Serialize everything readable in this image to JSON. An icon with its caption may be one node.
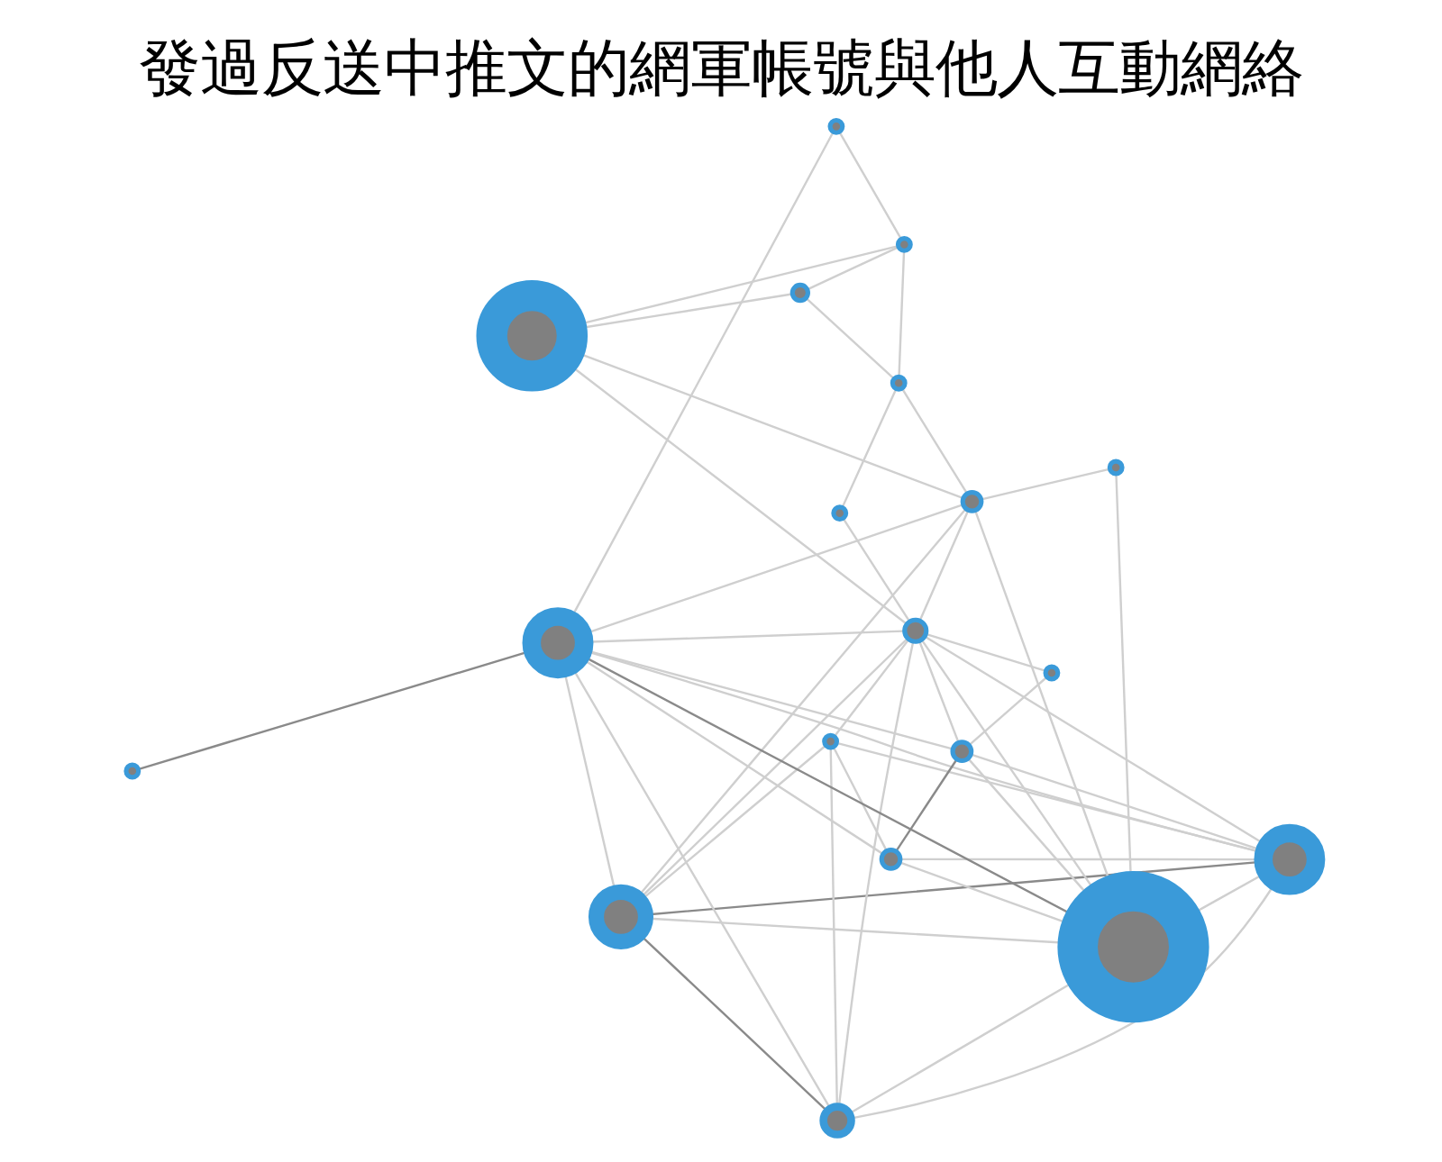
{
  "diagram": {
    "title": "發過反送中推文的網軍帳號與他人互動網絡",
    "nodes": [
      {
        "text": [],
        "shape": "circle"
      },
      {
        "text": [],
        "shape": "circle"
      },
      {
        "text": [],
        "shape": "circle"
      },
      {
        "text": [],
        "shape": "circle"
      },
      {
        "text": [],
        "shape": "circle"
      },
      {
        "text": [],
        "shape": "circle"
      },
      {
        "text": [],
        "shape": "circle"
      },
      {
        "text": [],
        "shape": "circle"
      },
      {
        "text": [],
        "shape": "circle"
      },
      {
        "text": [],
        "shape": "circle"
      },
      {
        "text": [],
        "shape": "circle"
      },
      {
        "text": [],
        "shape": "circle"
      },
      {
        "text": [],
        "shape": "circle"
      },
      {
        "text": [],
        "shape": "circle"
      },
      {
        "text": [],
        "shape": "circle"
      },
      {
        "text": [],
        "shape": "circle"
      },
      {
        "text": [],
        "shape": "circle"
      },
      {
        "text": [],
        "shape": "circle"
      },
      {
        "text": [],
        "shape": "circle"
      }
    ],
    "edges": [
      {
        "from": 1,
        "to": 0,
        "arrow": "none",
        "color": "#8a8a8a"
      },
      {
        "from": 1,
        "to": 2,
        "arrow": "none"
      },
      {
        "from": 0,
        "to": 2,
        "arrow": "none",
        "color": "#8a8a8a"
      },
      {
        "from": 1,
        "to": 5,
        "arrow": "none"
      },
      {
        "from": 1,
        "to": 7,
        "arrow": "none"
      },
      {
        "from": 0,
        "to": 7,
        "arrow": "none"
      },
      {
        "from": 0,
        "to": 5,
        "arrow": "none"
      },
      {
        "from": 5,
        "to": 7,
        "arrow": "none",
        "color": "#8a8a8a"
      },
      {
        "from": 2,
        "to": 7,
        "arrow": "none"
      },
      {
        "from": 2,
        "to": 5,
        "arrow": "none"
      },
      {
        "from": 5,
        "to": 4,
        "arrow": "none"
      },
      {
        "from": 5,
        "to": 8,
        "arrow": "none"
      },
      {
        "from": 5,
        "to": 6,
        "arrow": "none"
      },
      {
        "from": 5,
        "to": 14,
        "arrow": "none"
      },
      {
        "from": 5,
        "to": 15,
        "arrow": "none",
        "color": "#8a8a8a"
      },
      {
        "from": 5,
        "to": 13,
        "arrow": "none"
      },
      {
        "from": 7,
        "to": 6,
        "arrow": "none"
      },
      {
        "from": 7,
        "to": 14,
        "arrow": "none"
      },
      {
        "from": 7,
        "to": 16,
        "arrow": "none"
      },
      {
        "from": 7,
        "to": 8,
        "arrow": "none"
      },
      {
        "from": 7,
        "to": 4,
        "arrow": "none"
      },
      {
        "from": 18,
        "to": 17,
        "arrow": "none"
      },
      {
        "from": 18,
        "to": 14,
        "arrow": "none"
      },
      {
        "from": 18,
        "to": 6,
        "arrow": "none"
      },
      {
        "from": 18,
        "to": 12,
        "arrow": "none"
      },
      {
        "from": 1,
        "to": 4,
        "arrow": "none"
      },
      {
        "from": 1,
        "to": 6,
        "arrow": "none"
      },
      {
        "from": 1,
        "to": 3,
        "arrow": "none"
      },
      {
        "from": 1,
        "to": 8,
        "arrow": "none"
      },
      {
        "from": 0,
        "to": 6,
        "arrow": "none"
      },
      {
        "from": 0,
        "to": 14,
        "arrow": "none"
      },
      {
        "from": 0,
        "to": 3,
        "arrow": "none"
      },
      {
        "from": 2,
        "to": 6,
        "arrow": "none"
      },
      {
        "from": 2,
        "to": 3,
        "arrow": "none"
      },
      {
        "from": 4,
        "to": 8,
        "arrow": "none",
        "color": "#8a8a8a"
      },
      {
        "from": 8,
        "to": 6,
        "arrow": "none"
      },
      {
        "from": 3,
        "to": 6,
        "arrow": "none"
      },
      {
        "from": 6,
        "to": 10,
        "arrow": "none"
      },
      {
        "from": 10,
        "to": 11,
        "arrow": "none"
      },
      {
        "from": 11,
        "to": 12,
        "arrow": "none"
      },
      {
        "from": 12,
        "to": 17,
        "arrow": "none"
      },
      {
        "from": 11,
        "to": 14,
        "arrow": "none"
      },
      {
        "from": 14,
        "to": 16,
        "arrow": "none"
      },
      {
        "from": 6,
        "to": 14,
        "arrow": "none"
      },
      {
        "from": 8,
        "to": 9,
        "arrow": "none"
      },
      {
        "from": 9,
        "to": 6,
        "arrow": "none"
      },
      {
        "from": 4,
        "to": 3,
        "arrow": "none"
      },
      {
        "from": 12,
        "to": 13,
        "arrow": "none"
      },
      {
        "from": 11,
        "to": 17,
        "arrow": "none"
      }
    ]
  }
}
